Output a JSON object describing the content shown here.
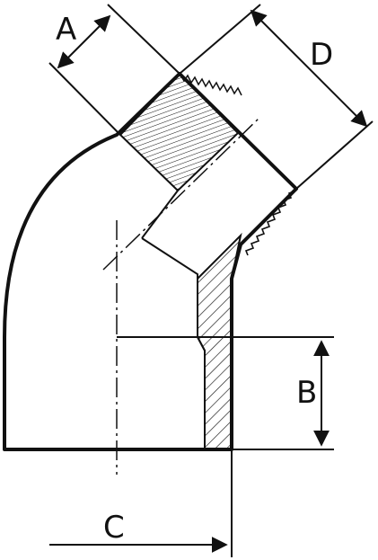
{
  "dimension_labels": {
    "a": "A",
    "b": "B",
    "c": "C",
    "d": "D"
  },
  "colors": {
    "line": "#111111",
    "background": "#ffffff"
  }
}
